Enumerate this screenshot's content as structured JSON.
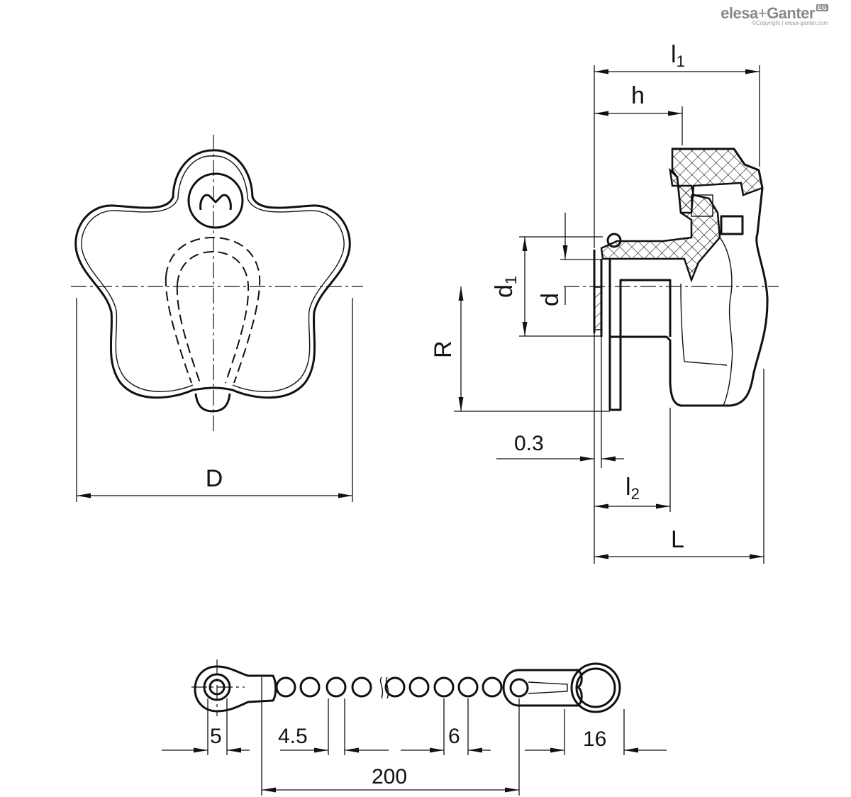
{
  "logo": {
    "brand_left": "elesa",
    "separator": "+",
    "brand_right": "Ganter",
    "badge": "EG",
    "copyright": "©Copyright | elesa-ganter.com"
  },
  "dimensions": {
    "D": "D",
    "l1_main": "l",
    "l1_sub": "1",
    "h": "h",
    "d1_main": "d",
    "d1_sub": "1",
    "d": "d",
    "R": "R",
    "gap": "0.3",
    "l2_main": "l",
    "l2_sub": "2",
    "L": "L"
  },
  "chain_dimensions": {
    "eye": "5",
    "ball": "4.5",
    "pitch": "6",
    "ring": "16",
    "length": "200"
  }
}
